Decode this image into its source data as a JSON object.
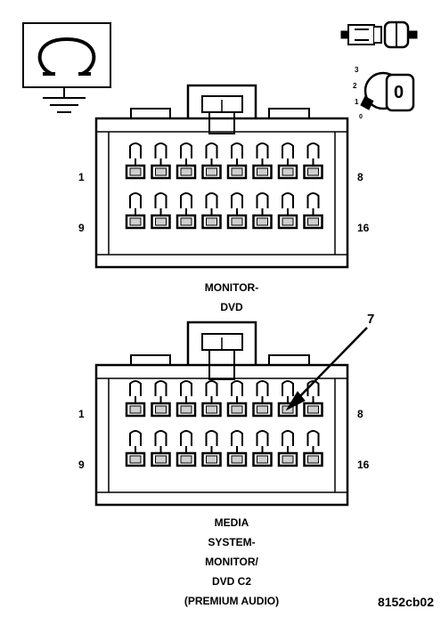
{
  "connectors": [
    {
      "id": "monitor-dvd",
      "pin_labels": {
        "top_left": "1",
        "top_right": "8",
        "bottom_left": "9",
        "bottom_right": "16"
      },
      "caption": [
        "MONITOR-",
        "DVD"
      ]
    },
    {
      "id": "media-system-monitor-dvd-c2",
      "pin_labels": {
        "top_left": "1",
        "top_right": "8",
        "bottom_left": "9",
        "bottom_right": "16"
      },
      "callout": "7",
      "caption": [
        "MEDIA",
        "SYSTEM-",
        "MONITOR/",
        "DVD C2",
        "(PREMIUM AUDIO)"
      ]
    }
  ],
  "ignition_symbol": {
    "positions": [
      "3",
      "2",
      "1",
      "0"
    ],
    "key_label": "0"
  },
  "figure_ref": "8152cb02",
  "icons": [
    "ground-symbol-icon",
    "connector-plug-icon",
    "ignition-key-icon"
  ]
}
